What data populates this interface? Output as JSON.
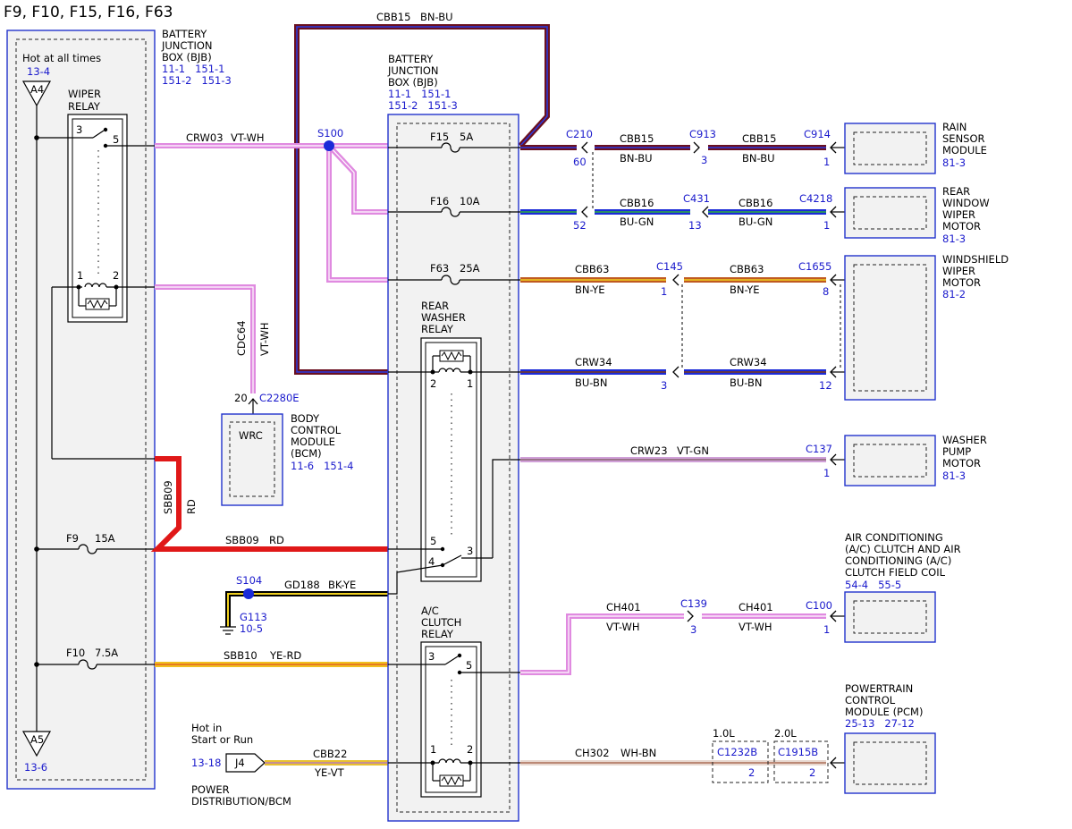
{
  "title": "F9, F10, F15, F16, F63",
  "left_bjb": {
    "hot": "Hot at all times",
    "ref_a4": "13-4",
    "a4": "A4",
    "a5": "A5",
    "ref_a5": "13-6",
    "wiper_relay": [
      "WIPER",
      "RELAY"
    ],
    "pin3": "3",
    "pin5": "5",
    "pin1": "1",
    "pin2": "2",
    "f9": "F9",
    "f9_amp": "15A",
    "f10": "F10",
    "f10_amp": "7.5A"
  },
  "bjb_label_left": [
    "BATTERY",
    "JUNCTION",
    "BOX (BJB)"
  ],
  "bjb_refs_left": [
    "11-1   151-1",
    "151-2   151-3"
  ],
  "bjb_label_center": [
    "BATTERY",
    "JUNCTION",
    "BOX (BJB)"
  ],
  "bjb_refs_center": [
    "11-1   151-1",
    "151-2   151-3"
  ],
  "top_wire": {
    "circuit": "CBB15",
    "color": "BN-BU"
  },
  "crw03": {
    "circuit": "CRW03",
    "color": "VT-WH"
  },
  "s100": "S100",
  "fuses": [
    {
      "name": "F15",
      "amp": "5A"
    },
    {
      "name": "F16",
      "amp": "10A"
    },
    {
      "name": "F63",
      "amp": "25A"
    }
  ],
  "rows": {
    "r1": {
      "c1": "C210",
      "p1": "60",
      "w1": "CBB15",
      "col1": "BN-BU",
      "c2": "C913",
      "p2": "3",
      "w2": "CBB15",
      "col2": "BN-BU",
      "c3": "C914",
      "p3": "1"
    },
    "r2": {
      "p1": "52",
      "w1": "CBB16",
      "col1": "BU-GN",
      "c2": "C431",
      "p2": "13",
      "w2": "CBB16",
      "col2": "BU-GN",
      "c3": "C4218",
      "p3": "1"
    },
    "r3": {
      "w1": "CBB63",
      "col1": "BN-YE",
      "c2": "C145",
      "p2": "1",
      "w2": "CBB63",
      "col2": "BN-YE",
      "c3": "C1655",
      "p3": "8"
    },
    "r4": {
      "w1": "CRW34",
      "col1": "BU-BN",
      "p2": "3",
      "w2": "CRW34",
      "col2": "BU-BN",
      "p3": "12"
    },
    "r5": {
      "w1": "CRW23",
      "col1": "VT-GN",
      "c3": "C137",
      "p3": "1"
    },
    "r6": {
      "w1": "CH401",
      "col1": "VT-WH",
      "c2": "C139",
      "p2": "3",
      "w2": "CH401",
      "col2": "VT-WH",
      "c3": "C100",
      "p3": "1"
    },
    "r7": {
      "w1": "CH302",
      "col1": "WH-BN",
      "c2": "C1232B",
      "p2": "2",
      "c3": "C1915B",
      "p3": "2",
      "v1": "1.0L",
      "v2": "2.0L"
    }
  },
  "modules": {
    "rain": {
      "lines": [
        "RAIN",
        "SENSOR",
        "MODULE"
      ],
      "ref": "81-3"
    },
    "rear_wiper": {
      "lines": [
        "REAR",
        "WINDOW",
        "WIPER",
        "MOTOR"
      ],
      "ref": "81-3"
    },
    "ws_wiper": {
      "lines": [
        "WINDSHIELD",
        "WIPER",
        "MOTOR"
      ],
      "ref": "81-2"
    },
    "washer": {
      "lines": [
        "WASHER",
        "PUMP",
        "MOTOR"
      ],
      "ref": "81-3"
    },
    "ac": {
      "lines": [
        "AIR CONDITIONING",
        "(A/C) CLUTCH AND AIR",
        "CONDITIONING (A/C)",
        "CLUTCH FIELD COIL"
      ],
      "ref": "54-4   55-5"
    },
    "pcm": {
      "lines": [
        "POWERTRAIN",
        "CONTROL",
        "MODULE (PCM)"
      ],
      "ref": "25-13   27-12"
    }
  },
  "cdc64": {
    "circuit": "CDC64",
    "color": "VT-WH",
    "pin": "20",
    "conn": "C2280E"
  },
  "bcm": {
    "inner": "WRC",
    "lines": [
      "BODY",
      "CONTROL",
      "MODULE",
      "(BCM)"
    ],
    "ref": "11-6   151-4"
  },
  "sbb09_v": {
    "circuit": "SBB09",
    "color": "RD"
  },
  "sbb09_h": {
    "circuit": "SBB09",
    "color": "RD"
  },
  "rear_washer_relay": [
    "REAR",
    "WASHER",
    "RELAY"
  ],
  "rwr_pins": {
    "p2": "2",
    "p1": "1",
    "p5": "5",
    "p3": "3",
    "p4": "4"
  },
  "s104": "S104",
  "gd188": {
    "circuit": "GD188",
    "color": "BK-YE"
  },
  "g113": {
    "name": "G113",
    "ref": "10-5"
  },
  "sbb10": {
    "circuit": "SBB10",
    "color": "YE-RD"
  },
  "ac_relay": [
    "A/C",
    "CLUTCH",
    "RELAY"
  ],
  "acr_pins": {
    "p3": "3",
    "p5": "5",
    "p1": "1",
    "p2": "2"
  },
  "hot_run": [
    "Hot in",
    "Start or Run"
  ],
  "j4": {
    "ref": "13-18",
    "name": "J4"
  },
  "cbb22": {
    "circuit": "CBB22",
    "color": "YE-VT"
  },
  "power_dist": [
    "POWER",
    "DISTRIBUTION/BCM"
  ],
  "colors": {
    "blue_box": "#2233cc",
    "pink": "#e08ae0",
    "red": "#e01818",
    "brown": "#7a3a1a",
    "blue": "#1a2ad8",
    "yellow": "#f0c020",
    "orange": "#f07a20"
  }
}
